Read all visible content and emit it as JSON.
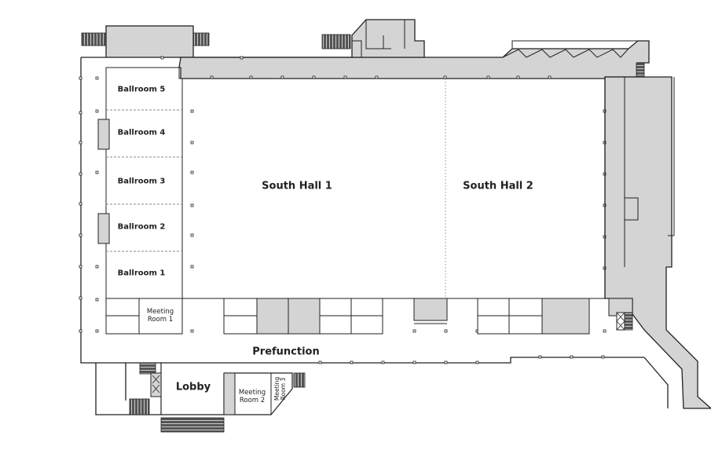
{
  "map": {
    "type": "floor-plan",
    "colors": {
      "wall": "#222222",
      "corridor": "#d4d4d4",
      "stairs": "#666666",
      "partition": "#999999",
      "background": "#ffffff"
    },
    "rooms": {
      "ballroom5": {
        "label": "Ballroom 5"
      },
      "ballroom4": {
        "label": "Ballroom 4"
      },
      "ballroom3": {
        "label": "Ballroom 3"
      },
      "ballroom2": {
        "label": "Ballroom 2"
      },
      "ballroom1": {
        "label": "Ballroom 1"
      },
      "south_hall_1": {
        "label": "South Hall 1"
      },
      "south_hall_2": {
        "label": "South Hall 2"
      },
      "meeting_room_1": {
        "line1": "Meeting",
        "line2": "Room 1"
      },
      "meeting_room_2": {
        "line1": "Meeting",
        "line2": "Room 2"
      },
      "meeting_room_3": {
        "line1": "Meeting",
        "line2": "Room 3"
      },
      "prefunction": {
        "label": "Prefunction"
      },
      "lobby": {
        "label": "Lobby"
      }
    }
  }
}
